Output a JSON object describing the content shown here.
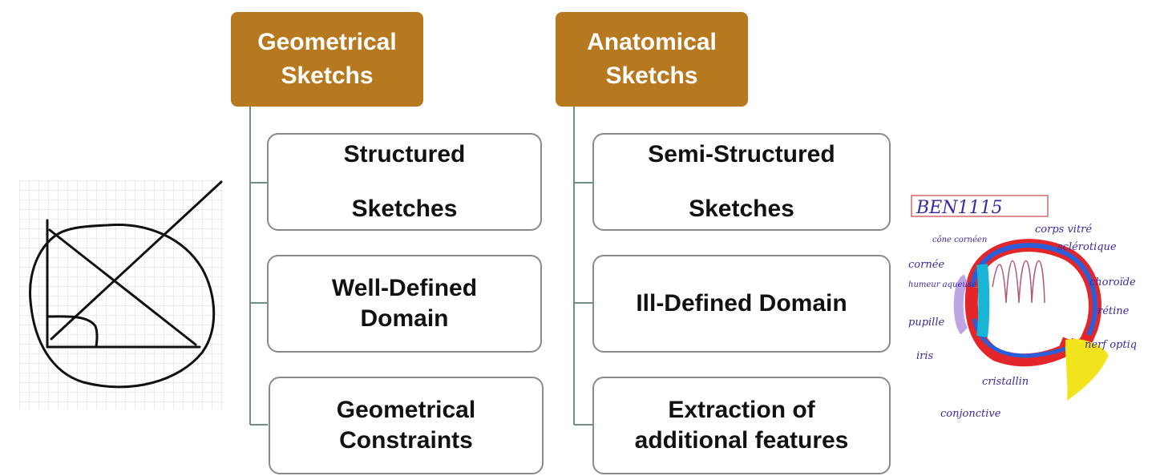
{
  "colors": {
    "header_fill": "#b7791f",
    "header_text": "#ffffff",
    "box_border": "#8a8a8a",
    "connector": "#2f6b4f"
  },
  "left_column": {
    "header": "Geometrical\nSketchs",
    "items": [
      "Structured\nSketches",
      "Well-Defined\nDomain",
      "Geometrical\nConstraints"
    ]
  },
  "right_column": {
    "header": "Anatomical\nSketchs",
    "items": [
      "Semi-Structured\nSketches",
      "Ill-Defined Domain",
      "Extraction of\nadditional features"
    ]
  },
  "anatomical_sketch": {
    "tag": "BEN1115",
    "labels": [
      "corps vitré",
      "sclérotique",
      "choroïde",
      "rétine",
      "nerf optique",
      "cornée",
      "cône cornéen",
      "humeur aqueuse",
      "pupille",
      "iris",
      "cristallin",
      "conjonctive"
    ]
  }
}
